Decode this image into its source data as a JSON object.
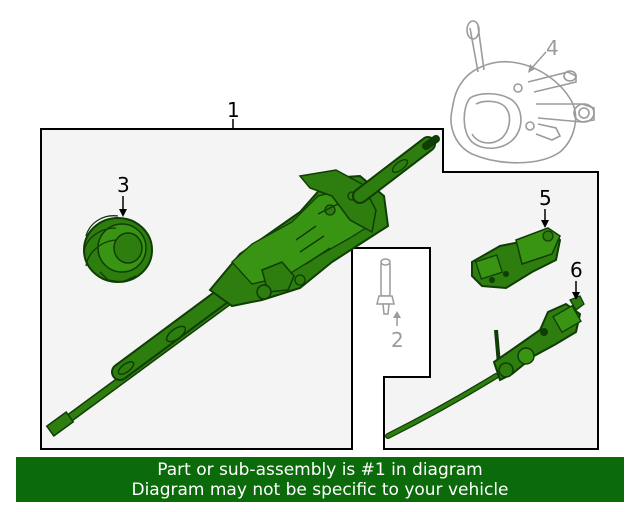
{
  "colors": {
    "part_fill": "#2e7d0f",
    "part_dark": "#0f3d05",
    "frame_fill": "#f4f4f4",
    "ghost": "#9b9b9b",
    "banner_bg": "#0b6b0b",
    "banner_text": "#ffffff"
  },
  "callouts": {
    "c1": "1",
    "c2": "2",
    "c3": "3",
    "c4": "4",
    "c5": "5",
    "c6": "6"
  },
  "banner": {
    "line1": "Part or sub-assembly is #1 in diagram",
    "line2": "Diagram may not be specific to your vehicle"
  }
}
